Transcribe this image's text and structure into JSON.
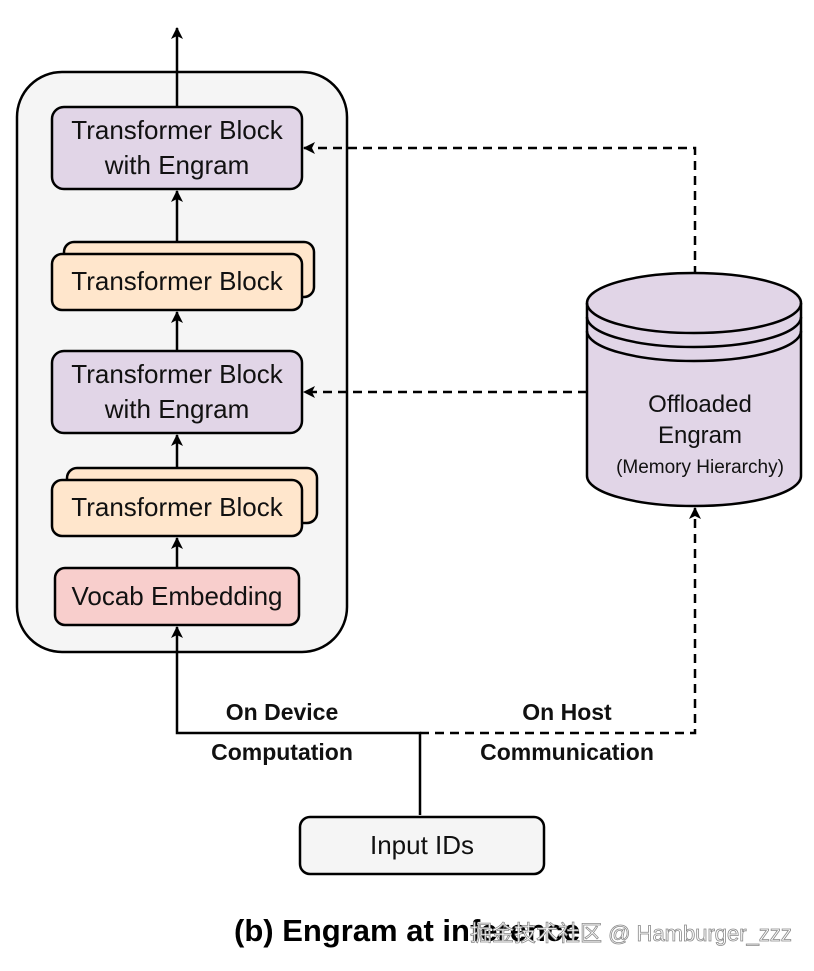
{
  "colors": {
    "device_panel": "#f5f5f5",
    "engram_block": "#e1d5e7",
    "transformer_block": "#ffe6cc",
    "embedding_block": "#f8cecc",
    "input_block": "#f5f5f5",
    "memory_cylinder": "#e1d5e7",
    "stroke": "#000000"
  },
  "device_stack": {
    "top_engram_block": {
      "line1": "Transformer Block",
      "line2": "with Engram"
    },
    "upper_transformer_block": {
      "label": "Transformer Block"
    },
    "middle_engram_block": {
      "line1": "Transformer Block",
      "line2": "with Engram"
    },
    "lower_transformer_block": {
      "label": "Transformer Block"
    },
    "vocab_embedding": {
      "label": "Vocab Embedding"
    }
  },
  "memory": {
    "line1": "Offloaded",
    "line2": "Engram",
    "line3": "(Memory Hierarchy)"
  },
  "input": {
    "label": "Input IDs"
  },
  "path_labels": {
    "device": {
      "line1": "On Device",
      "line2": "Computation"
    },
    "host": {
      "line1": "On Host",
      "line2": "Communication"
    }
  },
  "caption": "(b) Engram at inference",
  "watermark": "掘金技术社区 @ Hamburger_zzz"
}
